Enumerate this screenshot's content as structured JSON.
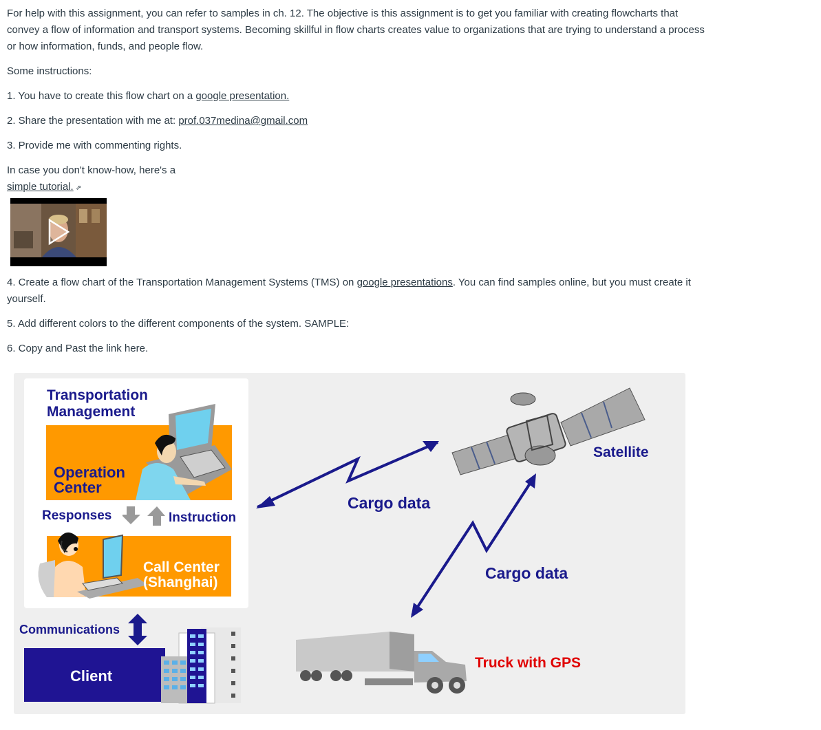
{
  "intro": {
    "line1": "For help with this assignment, you can refer to samples in ch. 12. The objective is this assignment is to get you familiar with creating flowcharts that",
    "line2": "convey a flow of information and transport systems. Becoming skillful in flow charts creates value to organizations that are trying to understand a process",
    "line3": "or how information, funds, and people flow."
  },
  "instructions_heading": "Some instructions:",
  "step1": {
    "text": "1. You have to create this flow chart on a ",
    "link": "google presentation."
  },
  "step2": {
    "text": "2. Share the presentation with me at: ",
    "link": "prof.037medina@gmail.com"
  },
  "step3": {
    "text": "3. Provide me with commenting rights."
  },
  "tutorial": {
    "text": "In case you don't know-how, here's a",
    "link": "simple tutorial."
  },
  "step4": {
    "text": "4. Create a flow chart of the Transportation Management Systems (TMS) on ",
    "link": "google presentations",
    "rest": ". You can find samples online, but you must create it",
    "line2": "yourself."
  },
  "step5": {
    "text": "5. Add different colors to the different components of the system. SAMPLE:"
  },
  "step6": {
    "text": "6. Copy and Past the link here."
  },
  "diagram": {
    "tm_title_1": "Transportation",
    "tm_title_2": "Management",
    "operation_1": "Operation",
    "operation_2": "Center",
    "responses": "Responses",
    "instruction": "Instruction",
    "call_center_1": "Call Center",
    "call_center_2": "(Shanghai)",
    "communications": "Communications",
    "client": "Client",
    "cargo_data_1": "Cargo data",
    "cargo_data_2": "Cargo data",
    "satellite": "Satellite",
    "truck": "Truck with GPS"
  },
  "colors": {
    "navy": "#1a1a8c",
    "orange": "#ff9900",
    "client_bg": "#1f1493",
    "diagram_bg": "#efefef",
    "truck_label": "#e00000",
    "text": "#2d3b45"
  },
  "icons": [
    "external-link-icon",
    "play-icon",
    "satellite-icon",
    "truck-icon",
    "building-icon",
    "operator-icon",
    "call-agent-icon",
    "zigzag-arrow-icon",
    "double-arrow-icon"
  ]
}
